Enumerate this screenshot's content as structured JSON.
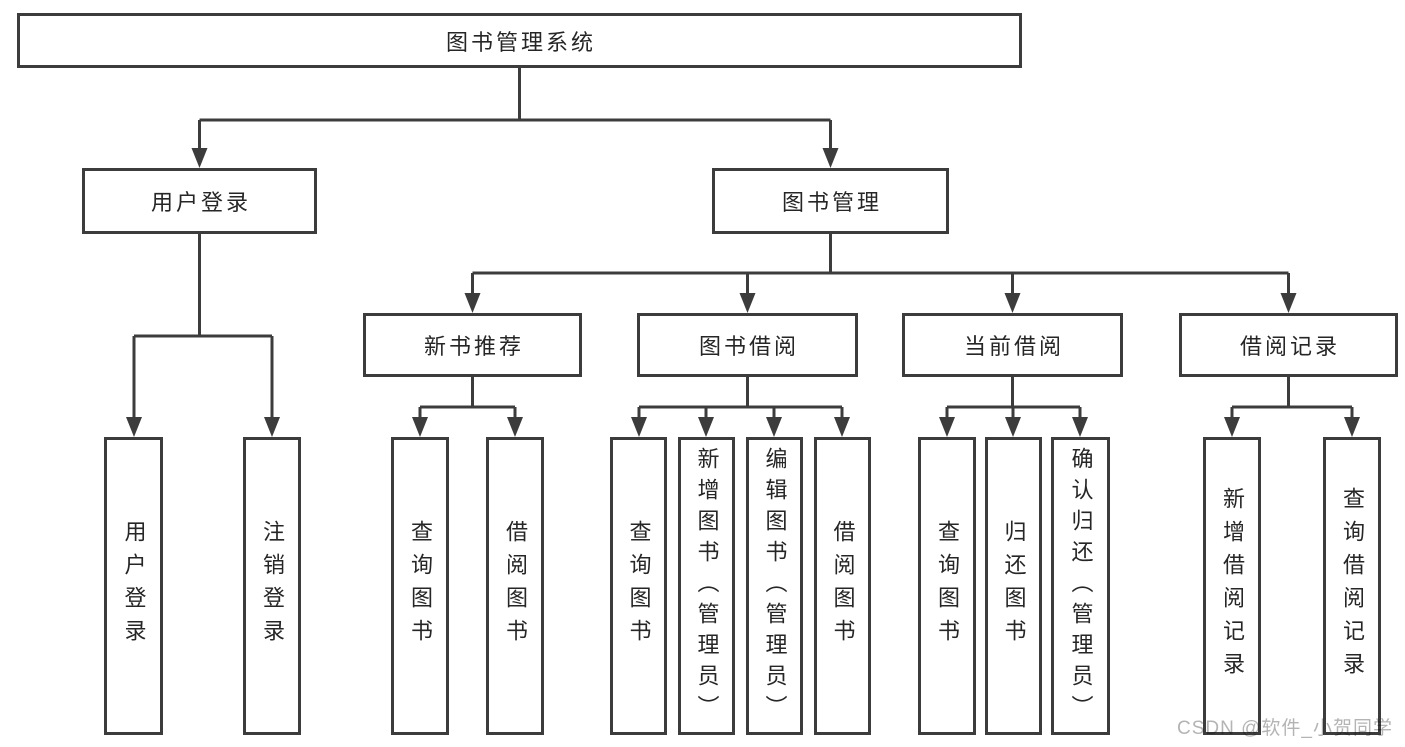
{
  "tree": {
    "label": "图书管理系统",
    "children": [
      {
        "label": "用户登录",
        "children": [
          {
            "label": "用户登录"
          },
          {
            "label": "注销登录"
          }
        ]
      },
      {
        "label": "图书管理",
        "children": [
          {
            "label": "新书推荐",
            "children": [
              {
                "label": "查询图书"
              },
              {
                "label": "借阅图书"
              }
            ]
          },
          {
            "label": "图书借阅",
            "children": [
              {
                "label": "查询图书"
              },
              {
                "label": "新增图书（管理员）"
              },
              {
                "label": "编辑图书（管理员）"
              },
              {
                "label": "借阅图书"
              }
            ]
          },
          {
            "label": "当前借阅",
            "children": [
              {
                "label": "查询图书"
              },
              {
                "label": "归还图书"
              },
              {
                "label": "确认归还（管理员）"
              }
            ]
          },
          {
            "label": "借阅记录",
            "children": [
              {
                "label": "新增借阅记录"
              },
              {
                "label": "查询借阅记录"
              }
            ]
          }
        ]
      }
    ]
  },
  "watermark": {
    "text": "CSDN @软件_小贺同学"
  },
  "colors": {
    "line": "#3c3c3c",
    "text": "#262626",
    "watermark": "#b4b4b4",
    "background": "#ffffff"
  }
}
